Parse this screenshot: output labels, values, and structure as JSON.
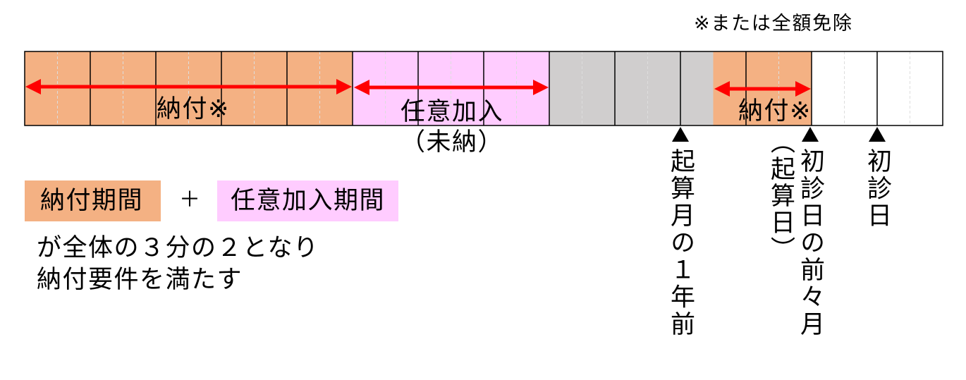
{
  "note": "※または全額免除",
  "timeline": {
    "segments": {
      "paid_early": {
        "label": "納付※"
      },
      "voluntary": {
        "label": "任意加入",
        "sublabel": "（未納）"
      },
      "paid_recent": {
        "label": "納付※"
      }
    },
    "markers": {
      "one_year_before_reference_month": {
        "label": "起算月の１年前"
      },
      "two_months_before_first_visit": {
        "label": "初診日の前々月",
        "note": "（起算日）"
      },
      "first_visit": {
        "label": "初診日"
      }
    }
  },
  "legend": {
    "paid": {
      "label": "納付期間"
    },
    "plus": "＋",
    "voluntary": {
      "label": "任意加入期間"
    },
    "description": {
      "line1": "が全体の３分の２となり",
      "line2": "納付要件を満たす"
    }
  },
  "colors": {
    "paid": "#F4B183",
    "voluntary": "#FFCCFF",
    "unpaid": "#D0CECE",
    "future": "#FFFFFF",
    "arrow": "#FF0000",
    "marker": "#000000",
    "border": "#000000",
    "grid_dashed": "#DDDDDD"
  }
}
